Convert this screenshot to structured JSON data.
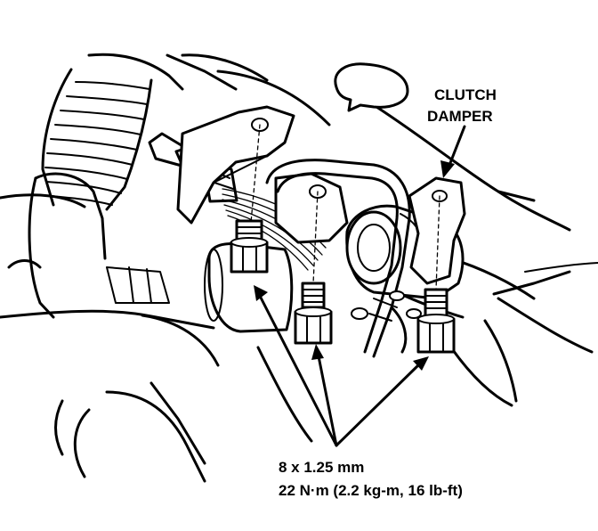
{
  "callouts": {
    "damper": {
      "line1": "CLUTCH",
      "line2": "DAMPER"
    },
    "bolts": {
      "size": "8 x 1.25 mm",
      "torque": "22 N·m (2.2 kg-m, 16 lb-ft)"
    }
  }
}
